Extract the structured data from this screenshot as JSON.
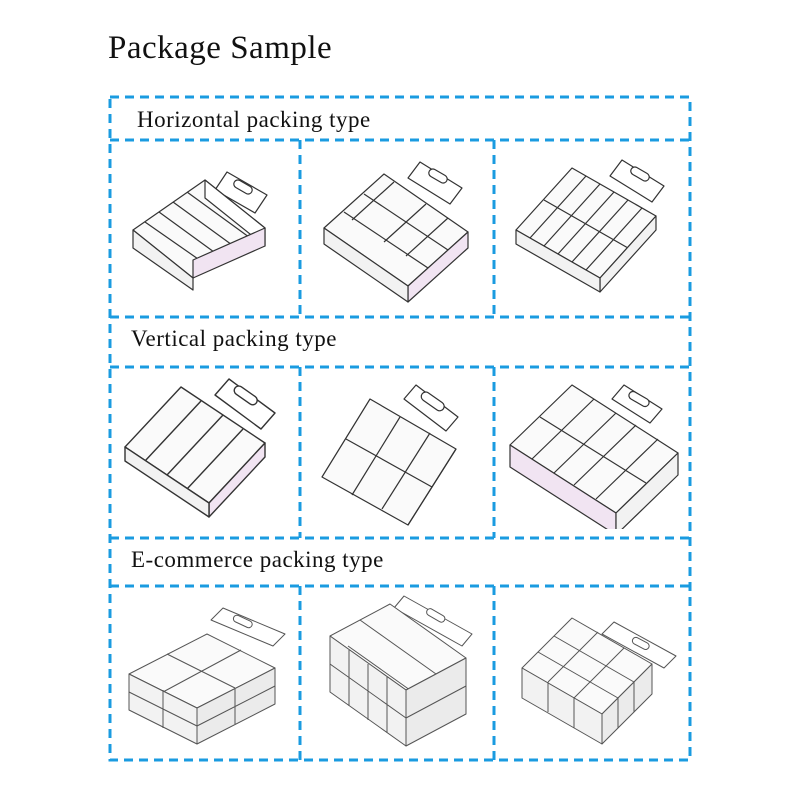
{
  "title": "Package Sample",
  "accent_color": "#1a9be0",
  "sections": [
    {
      "label": "Horizontal packing type",
      "items": [
        {
          "icon": "horizontal-pack-3-icon"
        },
        {
          "icon": "horizontal-pack-6-icon"
        },
        {
          "icon": "horizontal-pack-12-icon"
        }
      ]
    },
    {
      "label": "Vertical packing type",
      "items": [
        {
          "icon": "vertical-pack-3-icon"
        },
        {
          "icon": "vertical-pack-6-icon"
        },
        {
          "icon": "vertical-pack-10-icon"
        }
      ]
    },
    {
      "label": "E-commerce packing type",
      "items": [
        {
          "icon": "ecommerce-pack-4-icon"
        },
        {
          "icon": "ecommerce-pack-8-icon"
        },
        {
          "icon": "ecommerce-pack-9-icon"
        }
      ]
    }
  ]
}
